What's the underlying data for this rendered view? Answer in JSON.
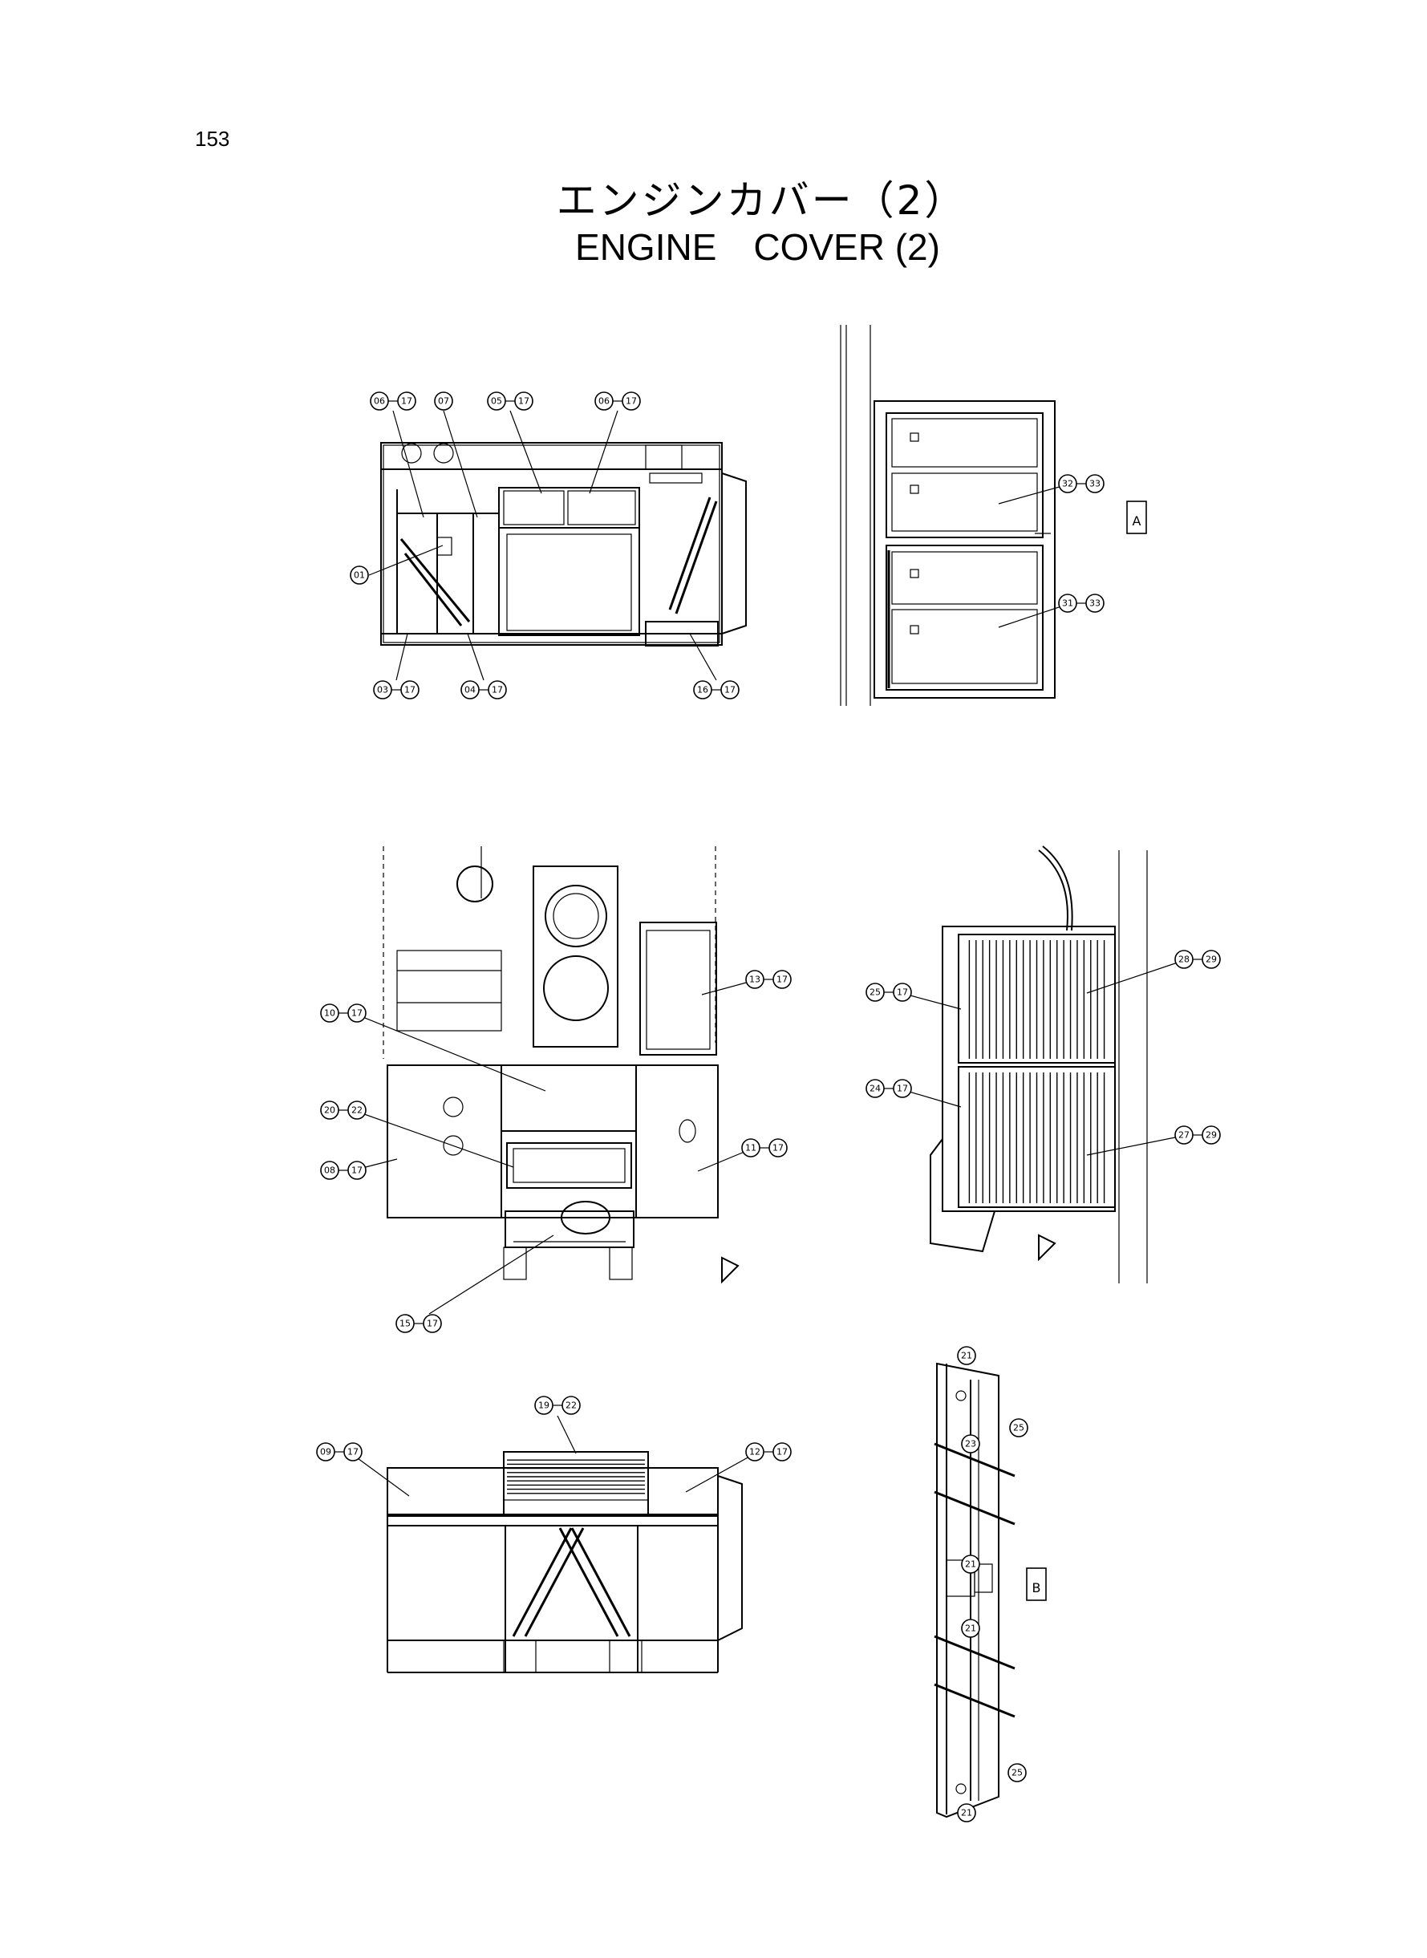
{
  "page_number": "153",
  "title_jp": "エンジンカバー（2）",
  "title_en": "ENGINE　COVER (2)",
  "view_labels": {
    "section_a": "A",
    "section_b": "B"
  },
  "callouts": {
    "v1": [
      {
        "id": "c1a",
        "a": "06",
        "b": "17"
      },
      {
        "id": "c1b",
        "a": "07"
      },
      {
        "id": "c1c",
        "a": "05",
        "b": "17"
      },
      {
        "id": "c1d",
        "a": "06",
        "b": "17"
      },
      {
        "id": "c1e",
        "a": "01"
      },
      {
        "id": "c1f",
        "a": "03",
        "b": "17"
      },
      {
        "id": "c1g",
        "a": "04",
        "b": "17"
      },
      {
        "id": "c1h",
        "a": "16",
        "b": "17"
      }
    ],
    "v2": [
      {
        "id": "c2a",
        "a": "32",
        "b": "33"
      },
      {
        "id": "c2b",
        "a": "31",
        "b": "33"
      }
    ],
    "v3": [
      {
        "id": "c3a",
        "a": "10",
        "b": "17"
      },
      {
        "id": "c3b",
        "a": "13",
        "b": "17"
      },
      {
        "id": "c3c",
        "a": "20",
        "b": "22"
      },
      {
        "id": "c3d",
        "a": "08",
        "b": "17"
      },
      {
        "id": "c3e",
        "a": "11",
        "b": "17"
      },
      {
        "id": "c3f",
        "a": "15",
        "b": "17"
      }
    ],
    "v4": [
      {
        "id": "c4a",
        "a": "25",
        "b": "17"
      },
      {
        "id": "c4b",
        "a": "28",
        "b": "29"
      },
      {
        "id": "c4c",
        "a": "24",
        "b": "17"
      },
      {
        "id": "c4d",
        "a": "27",
        "b": "29"
      }
    ],
    "v5": [
      {
        "id": "c5a",
        "a": "19",
        "b": "22"
      },
      {
        "id": "c5b",
        "a": "09",
        "b": "17"
      },
      {
        "id": "c5c",
        "a": "12",
        "b": "17"
      }
    ],
    "v6": [
      {
        "id": "c6a",
        "a": "21"
      },
      {
        "id": "c6b",
        "a": "25"
      },
      {
        "id": "c6c",
        "a": "23"
      },
      {
        "id": "c6d",
        "a": "21"
      },
      {
        "id": "c6e",
        "a": "21"
      },
      {
        "id": "c6f",
        "a": "25"
      },
      {
        "id": "c6g",
        "a": "21"
      }
    ]
  }
}
